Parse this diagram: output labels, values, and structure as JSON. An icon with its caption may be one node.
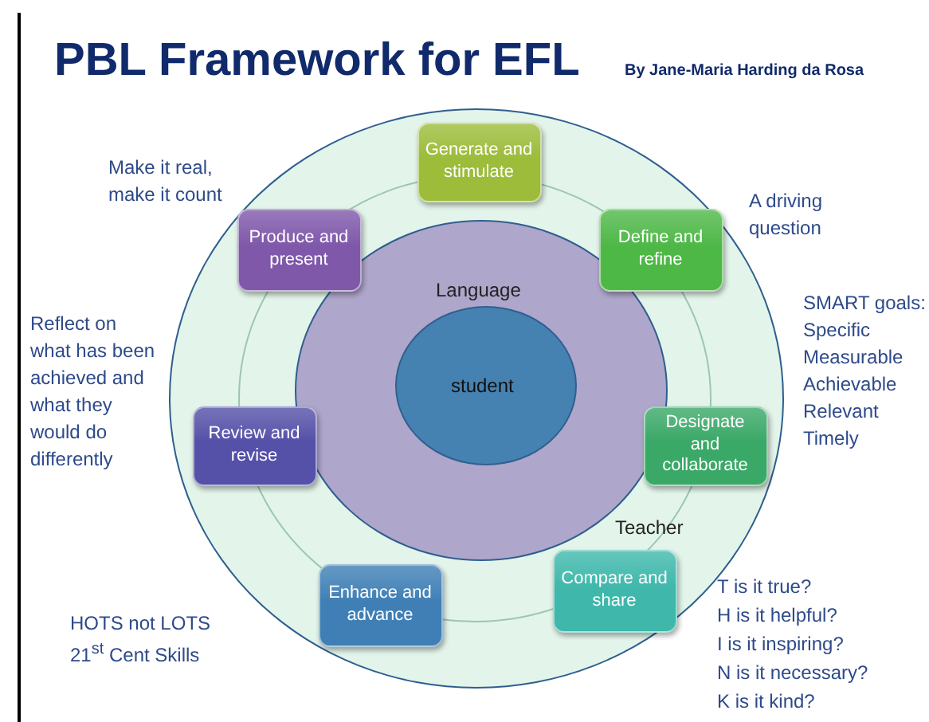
{
  "diagram": {
    "title": "PBL Framework for EFL",
    "nodes": [
      {
        "text": [],
        "shape": "circle"
      },
      {
        "text": [
          "Language"
        ],
        "in": 0
      },
      {
        "text": [
          "student"
        ],
        "in": 1
      },
      {
        "text": [
          "Generate and stimulate"
        ],
        "in": 0
      },
      {
        "text": [
          "Produce and present"
        ],
        "in": 0
      },
      {
        "text": [
          "Define and refine"
        ],
        "in": 0
      },
      {
        "text": [
          "Review and revise"
        ],
        "in": 0
      },
      {
        "text": [
          "Designate and collaborate"
        ],
        "in": 0
      },
      {
        "text": [
          "Enhance and advance"
        ],
        "in": 0
      },
      {
        "text": [
          "Compare and share"
        ],
        "in": 0
      }
    ],
    "labels": [
      "By Jane-Maria Harding da Rosa",
      "Make it real, make it count",
      "A driving question",
      "SMART goals:",
      "Specific",
      "Measurable",
      "Achievable",
      "Relevant",
      "Timely",
      "Teacher",
      "Reflect on what has been achieved and what they would do differently",
      "HOTS  not  LOTS",
      "21$^{st}$ Cent Skills",
      "T is it true?",
      "H is it helpful?",
      "I is it inspiring?",
      "N is it necessary?",
      "K is it kind?"
    ]
  }
}
